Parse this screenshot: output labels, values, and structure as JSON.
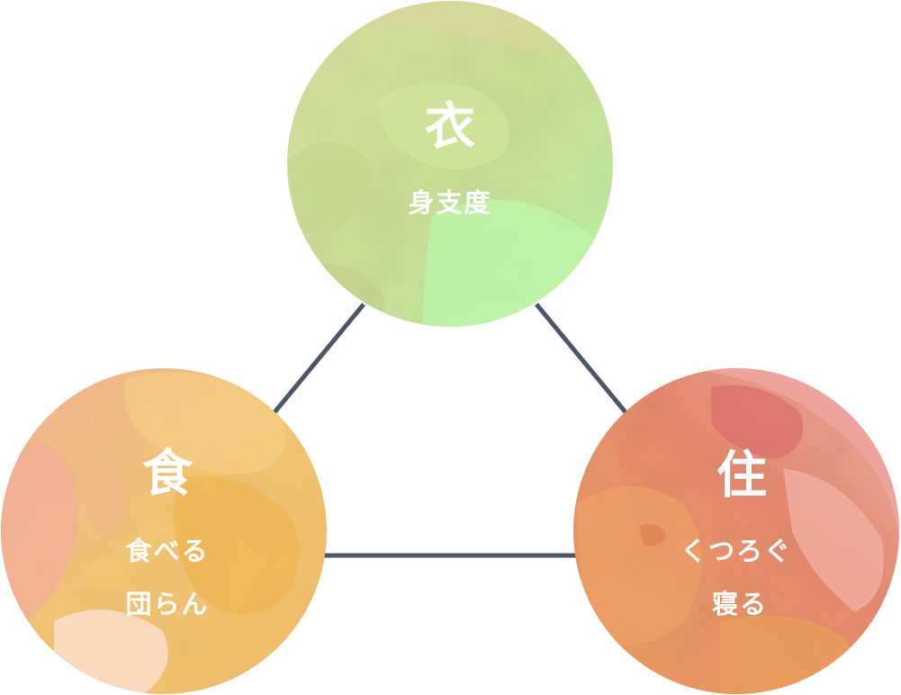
{
  "nodes": {
    "clothing": {
      "kanji": "衣",
      "lines": [
        "身支度"
      ]
    },
    "food": {
      "kanji": "食",
      "lines": [
        "食べる",
        "団らん"
      ]
    },
    "housing": {
      "kanji": "住",
      "lines": [
        "くつろぐ",
        "寝る"
      ]
    }
  },
  "colors": {
    "connector": "#4a5568",
    "clothing": [
      "#d9e4a0",
      "#c5dc8e",
      "#bff5a8"
    ],
    "food": [
      "#f6c878",
      "#f2b35c",
      "#f4a68d"
    ],
    "housing": [
      "#f0a875",
      "#e89a5e",
      "#e27b7b"
    ],
    "text": "#ffffff"
  }
}
